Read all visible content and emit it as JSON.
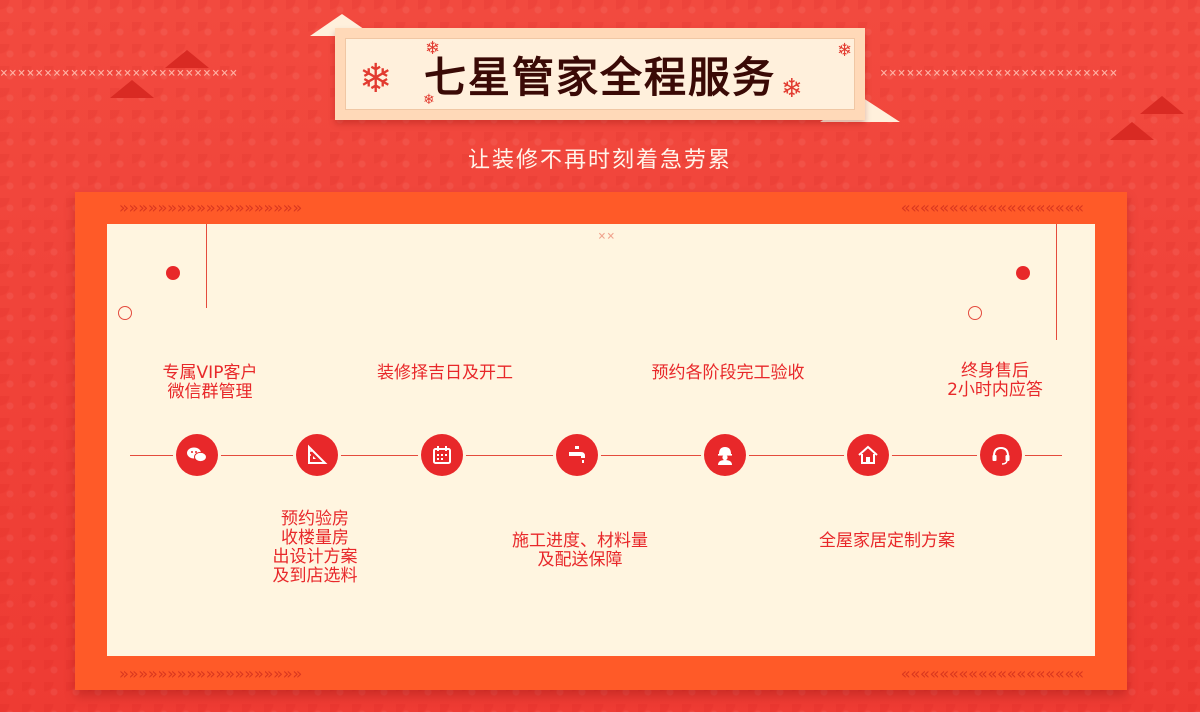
{
  "title": "七星管家全程服务",
  "subtitle": "让装修不再时刻着急劳累",
  "top_services": [
    {
      "lines": [
        "专属VIP客户",
        "微信群管理"
      ]
    },
    {
      "lines": [
        "装修择吉日及开工"
      ]
    },
    {
      "lines": [
        "预约各阶段完工验收"
      ]
    },
    {
      "lines": [
        "终身售后",
        "2小时内应答"
      ]
    }
  ],
  "bottom_services": [
    {
      "lines": [
        "预约验房",
        "收楼量房",
        "出设计方案",
        "及到店选料"
      ]
    },
    {
      "lines": [
        "施工进度、材料量",
        "及配送保障"
      ]
    },
    {
      "lines": [
        "全屋家居定制方案"
      ]
    }
  ],
  "timeline_icons": [
    "wechat-icon",
    "ruler-triangle-icon",
    "calendar-icon",
    "faucet-icon",
    "worker-icon",
    "house-icon",
    "headset-icon"
  ],
  "colors": {
    "background": "#f2433a",
    "frame": "#ff5a28",
    "panel": "#fff5e0",
    "accent": "#e8282a",
    "title": "#3a0a06"
  }
}
